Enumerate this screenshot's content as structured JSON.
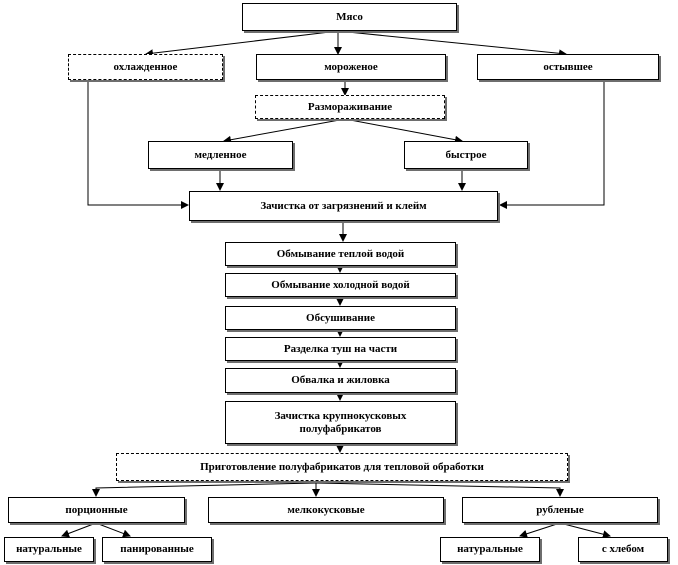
{
  "nodes": {
    "meat": "Мясо",
    "chilled": "охлажденное",
    "frozen": "мороженое",
    "cooled": "остывшее",
    "thawing": "Размораживание",
    "slow": "медленное",
    "fast": "быстрое",
    "cleaning": "Зачистка от загрязнений и клейм",
    "warm_wash": "Обмывание теплой водой",
    "cold_wash": "Обмывание холодной водой",
    "drying": "Обсушивание",
    "carcass_cutting": "Разделка туш на части",
    "boning": "Обвалка и жиловка",
    "large_cleaning": "Зачистка крупнокусковых полуфабрикатов",
    "preparation": "Приготовление полуфабрикатов для тепловой обработки",
    "portion": "порционные",
    "small_pieces": "мелкокусковые",
    "chopped": "рубленые",
    "portion_natural": "натуральные",
    "portion_breaded": "панированные",
    "chopped_natural": "натуральные",
    "with_bread": "с хлебом"
  }
}
